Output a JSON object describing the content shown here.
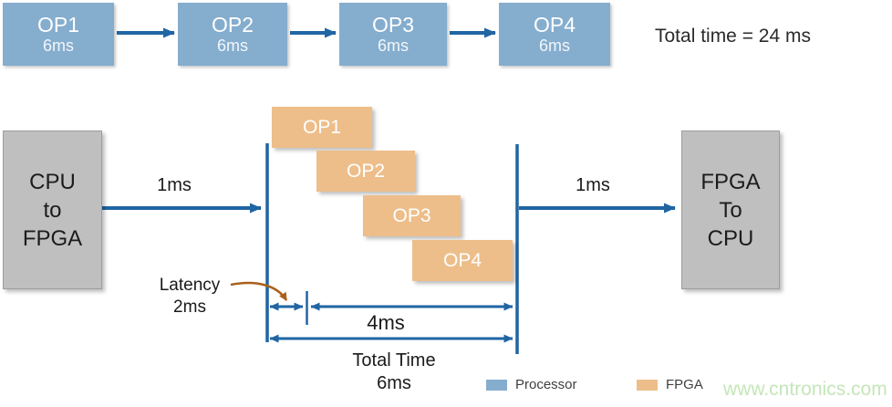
{
  "sequential": {
    "ops": [
      {
        "name": "OP1",
        "time": "6ms"
      },
      {
        "name": "OP2",
        "time": "6ms"
      },
      {
        "name": "OP3",
        "time": "6ms"
      },
      {
        "name": "OP4",
        "time": "6ms"
      }
    ],
    "total_label": "Total time = 24 ms"
  },
  "pipelined": {
    "input_box": {
      "line1": "CPU",
      "line2": "to",
      "line3": "FPGA"
    },
    "output_box": {
      "line1": "FPGA",
      "line2": "To",
      "line3": "CPU"
    },
    "input_transfer_time": "1ms",
    "output_transfer_time": "1ms",
    "ops": [
      {
        "name": "OP1"
      },
      {
        "name": "OP2"
      },
      {
        "name": "OP3"
      },
      {
        "name": "OP4"
      }
    ],
    "latency": {
      "line1": "Latency",
      "line2": "2ms"
    },
    "compute_span_label": "4ms",
    "total": {
      "line1": "Total Time",
      "line2": "6ms"
    }
  },
  "legend": [
    {
      "label": "Processor",
      "color": "#85ADCE"
    },
    {
      "label": "FPGA",
      "color": "#EDBE8A"
    }
  ],
  "watermark": "www.cntronics.com",
  "colors": {
    "processor_blue": "#85ADCE",
    "fpga_orange": "#EDBE8A",
    "arrow_blue": "#2065A4",
    "callout_brown": "#A9611B",
    "transfer_gray": "#BFBFBF"
  }
}
